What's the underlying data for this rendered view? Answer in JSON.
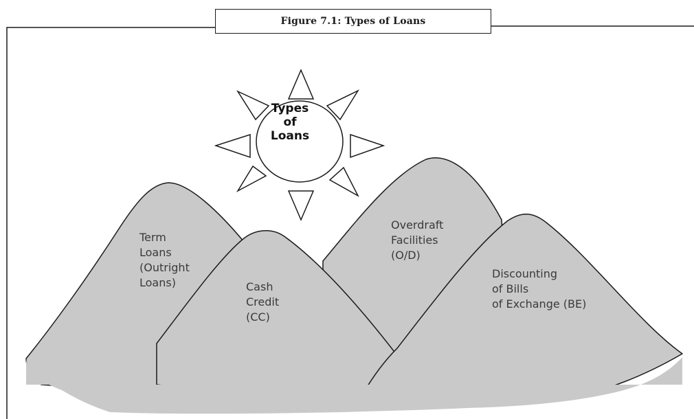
{
  "figure": {
    "caption": "Figure 7.1: Types of Loans"
  },
  "sun": {
    "label_lines": [
      "Types",
      "of",
      "Loans"
    ]
  },
  "mountains": [
    {
      "id": "term-loans",
      "label_lines": [
        "Term",
        "Loans",
        "(Outright",
        "Loans)"
      ]
    },
    {
      "id": "cash-credit",
      "label_lines": [
        "Cash",
        "Credit",
        "(CC)"
      ]
    },
    {
      "id": "overdraft",
      "label_lines": [
        "Overdraft",
        "Facilities",
        "(O/D)"
      ]
    },
    {
      "id": "discounting",
      "label_lines": [
        "Discounting",
        "of Bills",
        "of Exchange (BE)"
      ]
    }
  ],
  "colors": {
    "mountain_fill": "#c9c9c9",
    "outline": "#1a1a1a",
    "background": "#ffffff"
  }
}
